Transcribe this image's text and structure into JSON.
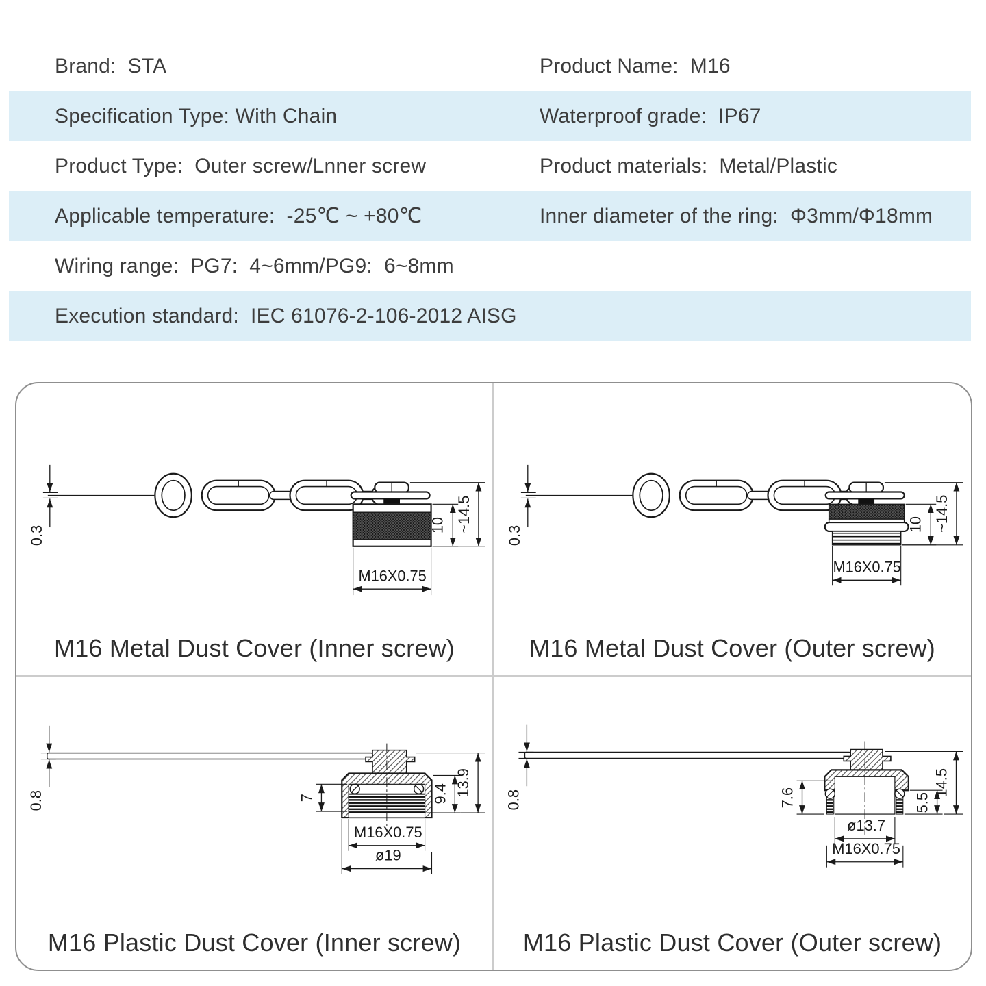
{
  "page": {
    "background": "#ffffff",
    "accent_row_color": "#dceef7"
  },
  "specs": {
    "rows": [
      {
        "left": "Brand:  STA",
        "right": "Product Name:  M16",
        "highlight": false
      },
      {
        "left": "Specification Type: With Chain",
        "right": "Waterproof grade:  IP67",
        "highlight": true
      },
      {
        "left": "Product Type:  Outer screw/Lnner screw",
        "right": "Product materials:  Metal/Plastic",
        "highlight": false
      },
      {
        "left": "Applicable temperature:  -25℃ ~ +80℃",
        "right": "Inner diameter of the ring:  Φ3mm/Φ18mm",
        "highlight": true
      },
      {
        "left": "Wiring range:  PG7:  4~6mm/PG9:  6~8mm",
        "right": "",
        "highlight": false
      },
      {
        "left": "Execution standard:  IEC 61076-2-106-2012 AISG",
        "right": "",
        "highlight": true
      }
    ]
  },
  "drawings": {
    "metal_inner": {
      "caption": "M16 Metal Dust Cover (Inner screw)",
      "dim_wire": "0.3",
      "dim_cap": "10",
      "dim_total": "~14.5",
      "dim_thread": "M16X0.75"
    },
    "metal_outer": {
      "caption": "M16 Metal Dust Cover (Outer screw)",
      "dim_wire": "0.3",
      "dim_cap": "10",
      "dim_total": "~14.5",
      "dim_thread": "M16X0.75"
    },
    "plastic_inner": {
      "caption": "M16 Plastic Dust Cover (Inner screw)",
      "dim_strap": "0.8",
      "dim_depth": "7",
      "dim_cap": "9.4",
      "dim_total": "13.9",
      "dim_thread": "M16X0.75",
      "dim_outer": "ø19"
    },
    "plastic_outer": {
      "caption": "M16 Plastic Dust Cover (Outer screw)",
      "dim_strap": "0.8",
      "dim_depth": "7.6",
      "dim_len": "5.5",
      "dim_total": "14.5",
      "dim_inner": "ø13.7",
      "dim_thread": "M16X0.75"
    }
  }
}
